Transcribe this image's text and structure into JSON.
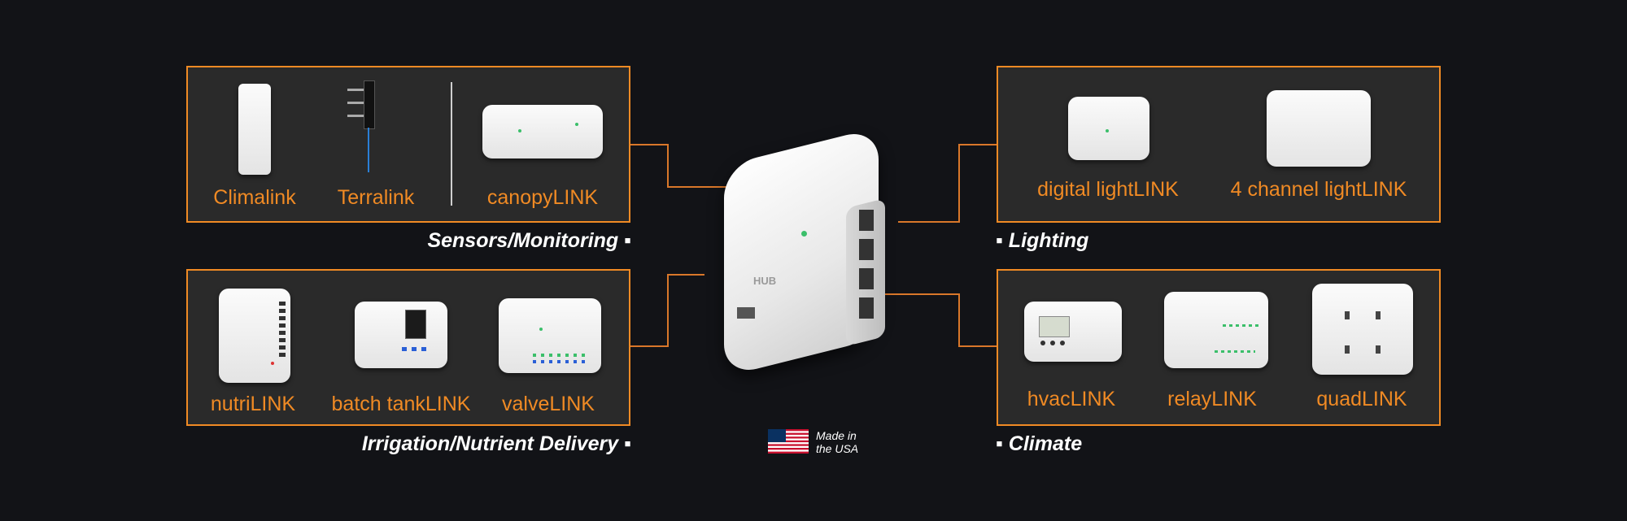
{
  "colors": {
    "accent": "#f08a24",
    "background": "#121317",
    "panel": "#2a2a2a",
    "text": "#ffffff"
  },
  "groups": {
    "sensors": {
      "caption": "Sensors/Monitoring ▪",
      "items": [
        "Climalink",
        "Terralink",
        "canopyLINK"
      ]
    },
    "irrigation": {
      "caption": "Irrigation/Nutrient Delivery ▪",
      "items": [
        "nutriLINK",
        "batch tankLINK",
        "valveLINK"
      ]
    },
    "lighting": {
      "caption": "▪ Lighting",
      "items": [
        "digital lightLINK",
        "4 channel lightLINK"
      ]
    },
    "climate": {
      "caption": "▪ Climate",
      "items": [
        "hvacLINK",
        "relayLINK",
        "quadLINK"
      ]
    }
  },
  "hub": {
    "label": "HUB"
  },
  "origin": {
    "line1": "Made in",
    "line2": "the USA",
    "icon": "us-flag-icon"
  }
}
